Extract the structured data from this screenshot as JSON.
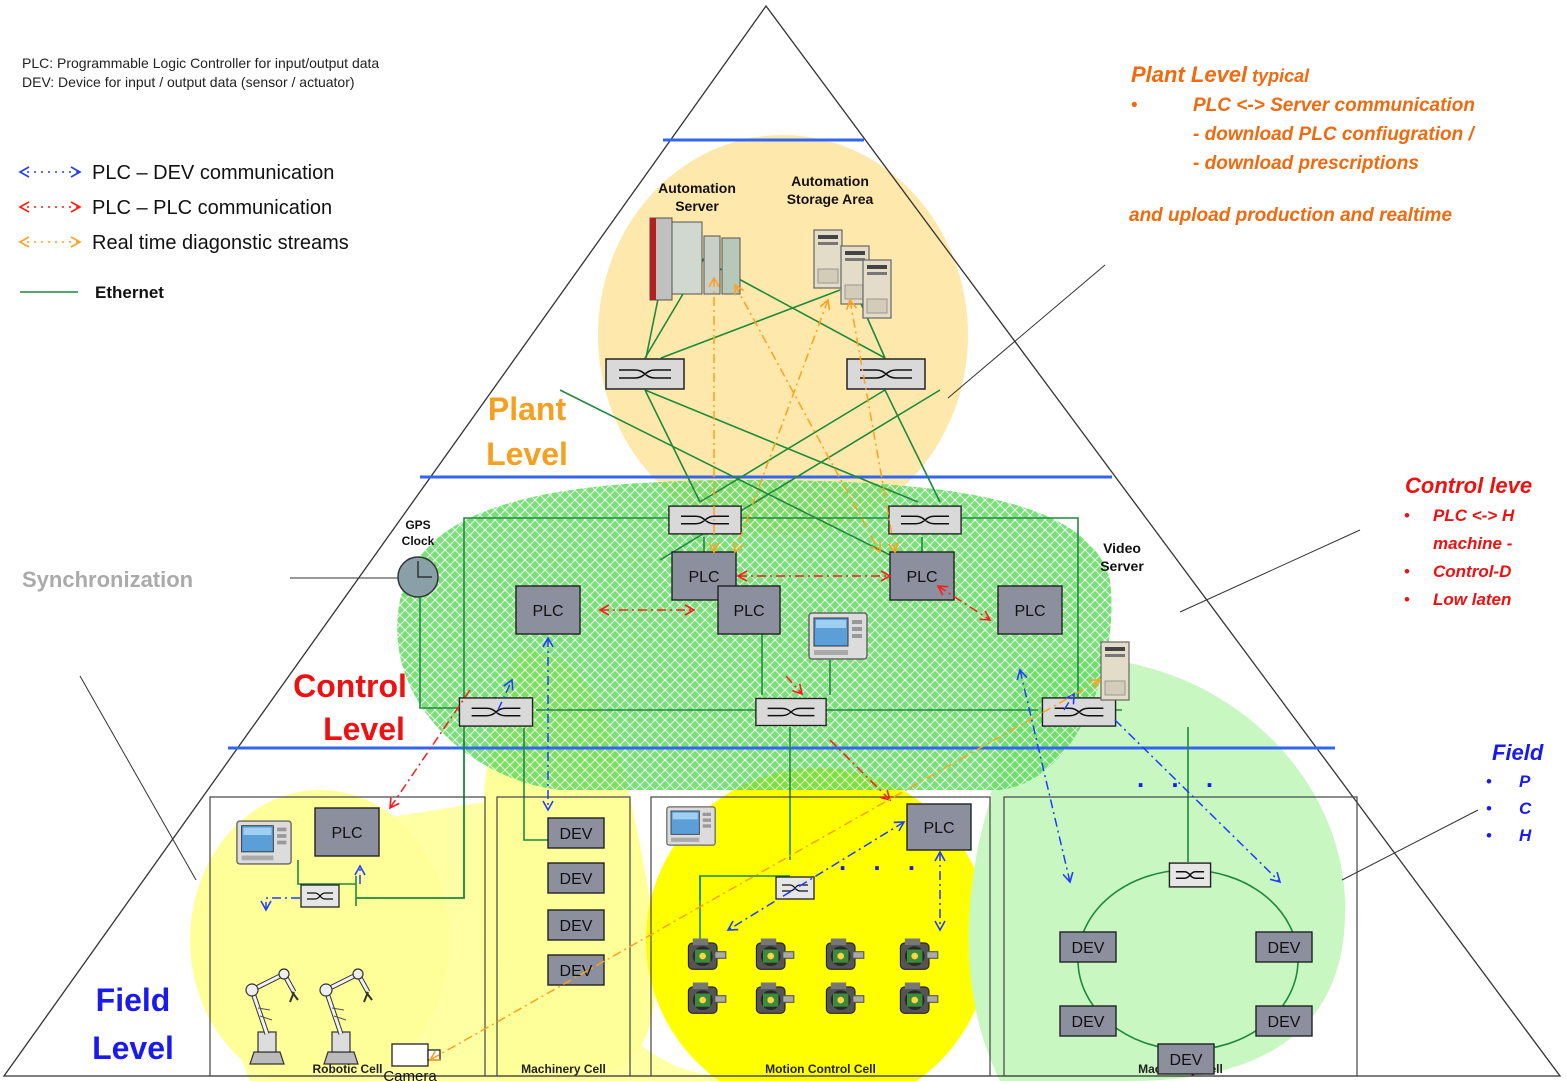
{
  "abbreviations": [
    "PLC:  Programmable Logic Controller for input/output data",
    "DEV:  Device for input / output data (sensor / actuator)"
  ],
  "legend": [
    {
      "label": "PLC – DEV communication",
      "color": "#1f3dff",
      "style": "dash-dot-arrow"
    },
    {
      "label": "PLC – PLC communication",
      "color": "#ff1a1a",
      "style": "dash-dot-arrow"
    },
    {
      "label": "Real time diagonstic streams",
      "color": "#ffa020",
      "style": "dash-dot-arrow"
    },
    {
      "label": "Ethernet",
      "color": "#1d8a3c",
      "style": "solid"
    }
  ],
  "levels": {
    "plant": {
      "line1": "Plant",
      "line2": "Level",
      "color": "#f5a020"
    },
    "control": {
      "line1": "Control",
      "line2": "Level",
      "color": "#ee1111"
    },
    "field": {
      "line1": "Field",
      "line2": "Level",
      "color": "#1a1aee"
    }
  },
  "synchronization": "Synchronization",
  "plant_servers": {
    "automation_server": [
      "Automation",
      "Server"
    ],
    "storage_area": [
      "Automation",
      "Storage Area"
    ]
  },
  "gps_clock": [
    "GPS",
    "Clock"
  ],
  "video_server": [
    "Video",
    "Server"
  ],
  "node_labels": {
    "plc": "PLC",
    "dev": "DEV",
    "camera": "Camera",
    "ellipsis": ". . ."
  },
  "cells": [
    "Robotic Cell",
    "Machinery Cell",
    "Motion Control Cell",
    "Machinery Cell"
  ],
  "callouts": {
    "plant": {
      "title": "Plant Level",
      "title_suffix": " typical",
      "color": "#f06a10",
      "lines": [
        {
          "bullet": true,
          "text": "PLC <-> Server communication"
        },
        {
          "bullet": false,
          "text": "- download PLC confiugration /"
        },
        {
          "bullet": false,
          "text": "- download prescriptions"
        }
      ],
      "footer": "and upload production and realtime"
    },
    "control": {
      "title": "Control leve",
      "color": "#ee1111",
      "lines": [
        {
          "bullet": true,
          "text": "PLC <-> H"
        },
        {
          "bullet": false,
          "text": "machine -"
        },
        {
          "bullet": true,
          "text": "Control-D"
        },
        {
          "bullet": true,
          "text": "Low laten"
        }
      ]
    },
    "field": {
      "title": "Field",
      "color": "#1a1aee",
      "lines": [
        {
          "bullet": true,
          "text": "P"
        },
        {
          "bullet": true,
          "text": "C"
        },
        {
          "bullet": true,
          "text": "H"
        }
      ]
    }
  }
}
